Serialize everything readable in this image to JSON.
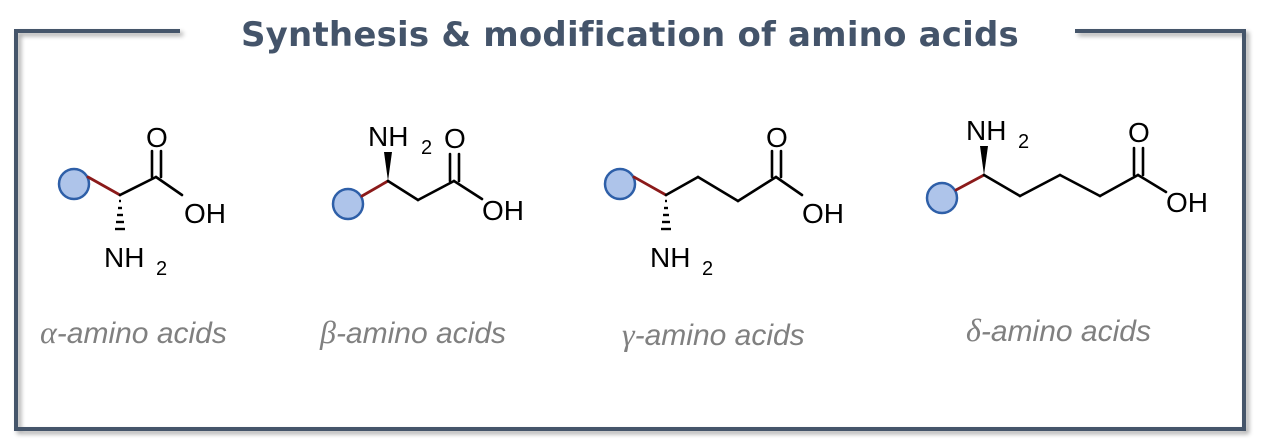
{
  "title": "Synthesis & modification of amino acids",
  "colors": {
    "frame": "#44546a",
    "title": "#44546a",
    "caption": "#808080",
    "r_group_fill": "#aec4ea",
    "r_group_stroke": "#2e5fa8",
    "r_bond": "#8b1a1a"
  },
  "molecules": [
    {
      "greek": "α",
      "caption": "-amino acids",
      "amine": "NH",
      "amine_sub": "2",
      "carbonyl_o": "O",
      "hydroxyl": "OH"
    },
    {
      "greek": "β",
      "caption": "-amino acids",
      "amine": "NH",
      "amine_sub": "2",
      "carbonyl_o": "O",
      "hydroxyl": "OH"
    },
    {
      "greek": "γ",
      "caption": "-amino acids",
      "amine": "NH",
      "amine_sub": "2",
      "carbonyl_o": "O",
      "hydroxyl": "OH"
    },
    {
      "greek": "δ",
      "caption": "-amino acids",
      "amine": "NH",
      "amine_sub": "2",
      "carbonyl_o": "O",
      "hydroxyl": "OH"
    }
  ]
}
